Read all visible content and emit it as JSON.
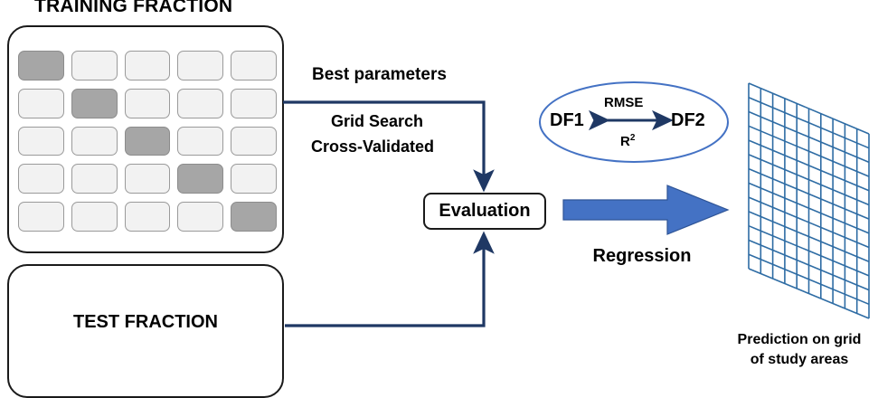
{
  "diagram": {
    "type": "machine-learning-workflow",
    "training": {
      "title": "TRAINING FRACTION",
      "grid": {
        "rows": 5,
        "cols": 5,
        "highlighted_pattern": "diagonal",
        "cells": [
          [
            1,
            0,
            0,
            0,
            0
          ],
          [
            0,
            1,
            0,
            0,
            0
          ],
          [
            0,
            0,
            1,
            0,
            0
          ],
          [
            0,
            0,
            0,
            1,
            0
          ],
          [
            0,
            0,
            0,
            0,
            1
          ]
        ],
        "colors": {
          "highlighted": "#A6A6A6",
          "normal": "#F2F2F2",
          "border": "#9A9A9A"
        }
      }
    },
    "test": {
      "title": "TEST FRACTION"
    },
    "labels": {
      "best_parameters": "Best parameters",
      "grid_search": "Grid Search",
      "cross_validated": "Cross-Validated",
      "evaluation": "Evaluation",
      "regression": "Regression",
      "prediction_line1": "Prediction on grid",
      "prediction_line2": "of study areas"
    },
    "metrics_ellipse": {
      "left_label": "DF1",
      "right_label": "DF2",
      "metric_top": "RMSE",
      "metric_bottom_base": "R",
      "metric_bottom_sup": "2",
      "border_color": "#4472C4"
    },
    "prediction_grid": {
      "columns": 10,
      "rows": 13,
      "line_color": "#2E6CA4"
    },
    "colors": {
      "arrow_navy": "#1F3864",
      "arrow_blue": "#4472C4",
      "outline_black": "#1A1A1A"
    }
  }
}
